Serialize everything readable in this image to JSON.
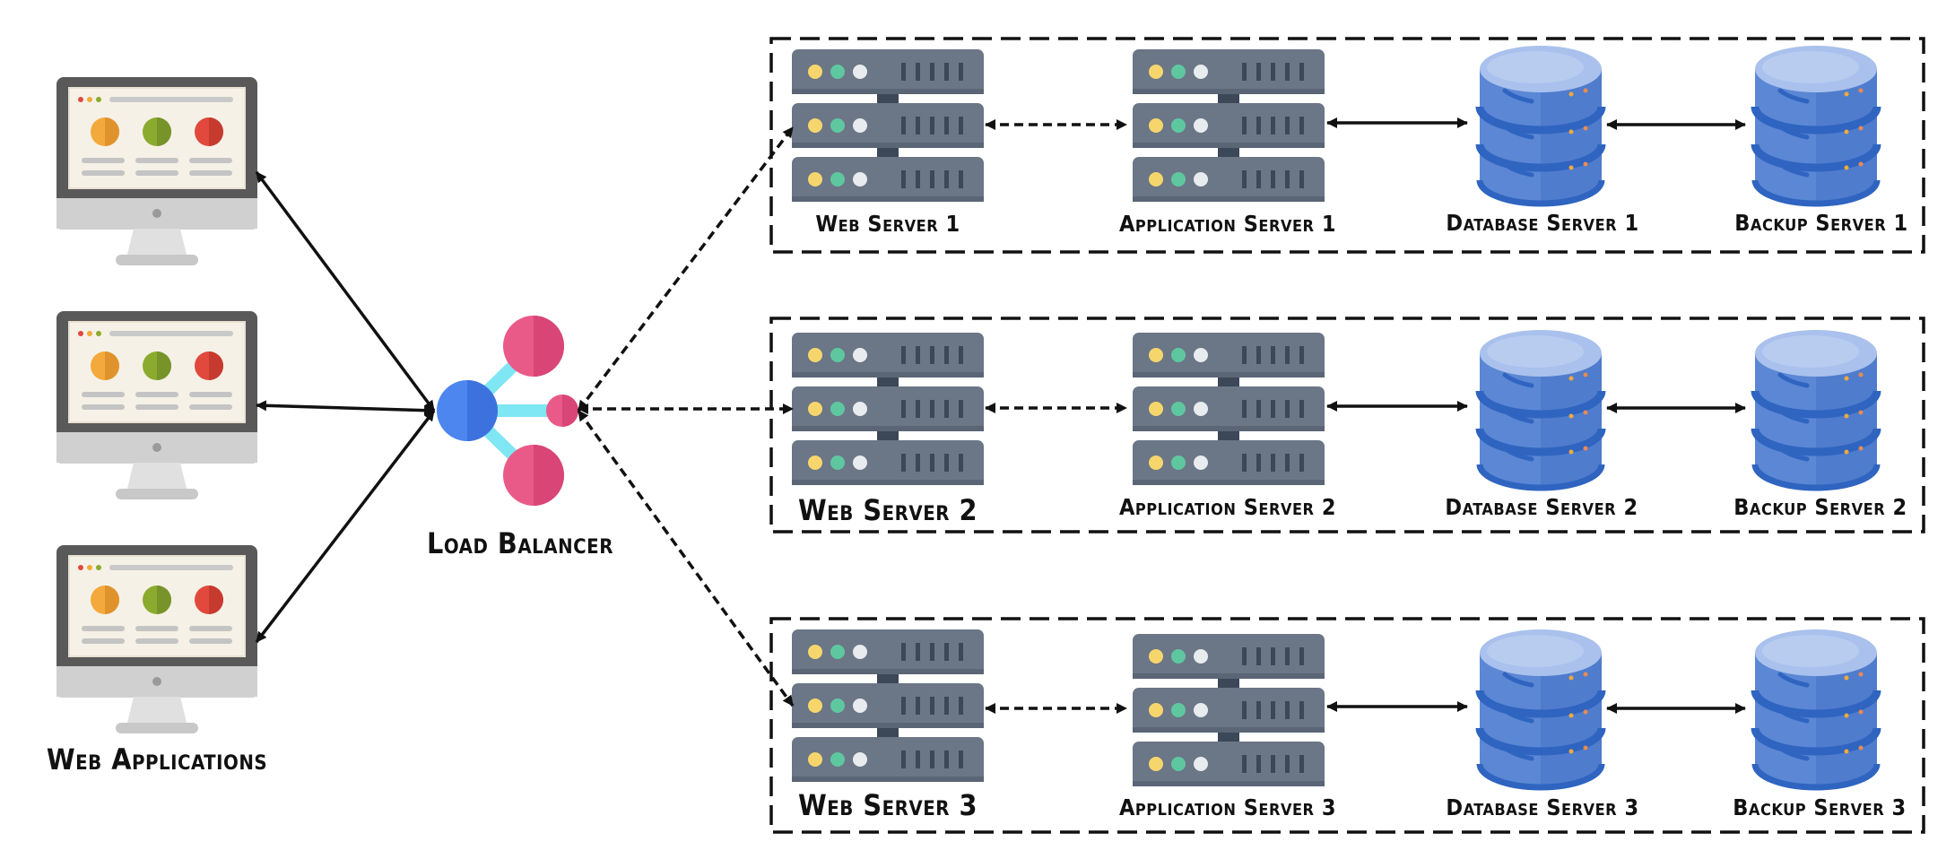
{
  "clients": {
    "label": "Web Applications",
    "count": 3,
    "connection": "bidirectional-solid"
  },
  "load_balancer": {
    "label": "Load Balancer",
    "colors": {
      "hub": "#4e86ef",
      "nodes": "#ea5a88",
      "links": "#7fe6f3"
    }
  },
  "tiers": [
    {
      "web": "Web Server 1",
      "app": "Application Server 1",
      "db": "Database Server 1",
      "backup": "Backup Server 1"
    },
    {
      "web": "Web Server 2",
      "app": "Application Server 2",
      "db": "Database Server 2",
      "backup": "Backup Server 2"
    },
    {
      "web": "Web Server 3",
      "app": "Application Server 3",
      "db": "Database Server 3",
      "backup": "Backup Server 3"
    }
  ],
  "links": {
    "lb_to_web": "bidirectional-dashed",
    "web_to_app": "bidirectional-dashed",
    "app_to_db": "bidirectional-solid",
    "db_to_backup": "bidirectional-solid"
  },
  "icons": {
    "client": "desktop-monitor-icon",
    "web": "server-rack-icon",
    "app": "server-rack-icon",
    "db": "database-cylinder-icon",
    "backup": "database-cylinder-icon",
    "load_balancer": "load-balancer-network-icon"
  },
  "colors": {
    "server_body": "#6b7686",
    "server_dark": "#3c4757",
    "led_yellow": "#f6d66c",
    "led_green": "#5fc7a0",
    "led_white": "#e8ecef",
    "db_light": "#a9c1ec",
    "db_mid": "#5b87d4",
    "db_dark": "#2f64c0",
    "monitor_frame": "#595959",
    "monitor_screen": "#f6f1e6",
    "dot_orange": "#f3a93b",
    "dot_green": "#8bab2e",
    "dot_red": "#e0493c",
    "arrow": "#111111"
  }
}
